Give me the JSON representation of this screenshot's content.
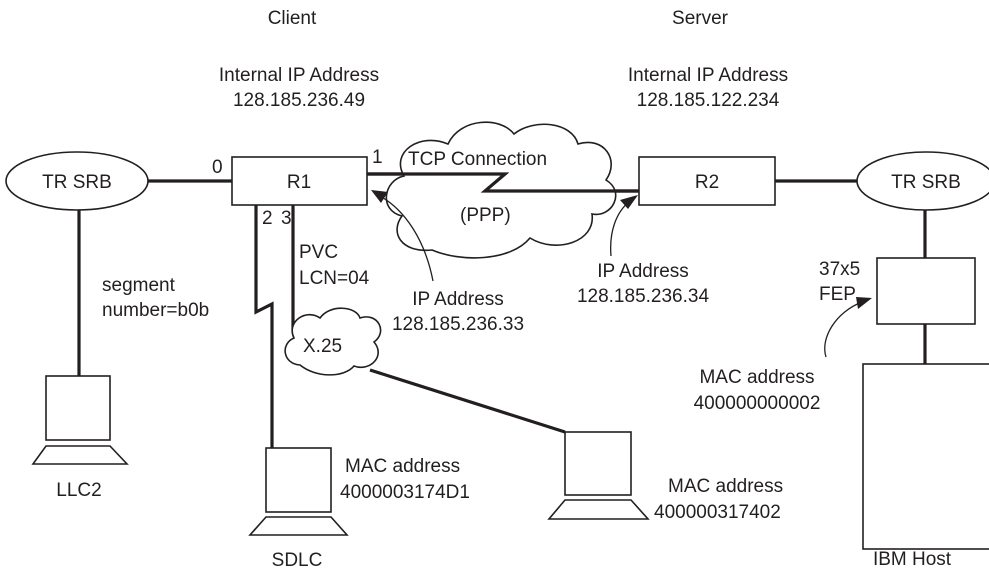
{
  "headers": {
    "client": "Client",
    "server": "Server"
  },
  "client_address": {
    "label": "Internal IP Address",
    "value": "128.185.236.49"
  },
  "server_address": {
    "label": "Internal IP Address",
    "value": "128.185.122.234"
  },
  "routers": {
    "r1": "R1",
    "r2": "R2"
  },
  "rings": {
    "left": "TR SRB",
    "right": "TR SRB"
  },
  "ports": {
    "p0": "0",
    "p1": "1",
    "p2": "2",
    "p3": "3"
  },
  "tcp_cloud": {
    "label": "TCP Connection",
    "sublabel": "(PPP)"
  },
  "x25_cloud": {
    "label": "X.25"
  },
  "pvc": {
    "line1": "PVC",
    "line2": "LCN=04"
  },
  "segment": {
    "line1": "segment",
    "line2": "number=b0b"
  },
  "r1_ip": {
    "label": "IP Address",
    "value": "128.185.236.33"
  },
  "r2_ip": {
    "label": "IP Address",
    "value": "128.185.236.34"
  },
  "fep": {
    "line1": "37x5",
    "line2": "FEP"
  },
  "fep_mac": {
    "label": "MAC address",
    "value": "400000000002"
  },
  "sdlc_mac": {
    "label": "MAC address",
    "value": "4000003174D1"
  },
  "x25_mac": {
    "label": "MAC address",
    "value": "400000317402"
  },
  "devices": {
    "llc2": "LLC2",
    "sdlc": "SDLC",
    "ibm_host": "IBM Host"
  }
}
